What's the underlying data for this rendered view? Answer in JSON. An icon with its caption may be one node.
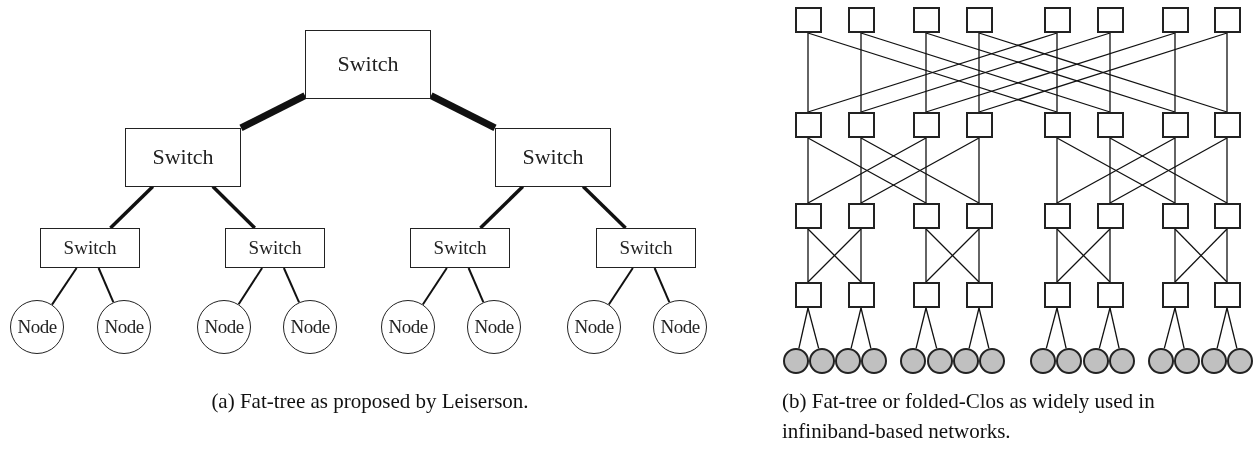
{
  "diagram": {
    "nodes": [
      {
        "text": [
          "Switch"
        ]
      },
      {
        "text": [
          "Switch"
        ]
      },
      {
        "text": [
          "Switch"
        ]
      },
      {
        "text": [
          "Switch"
        ]
      },
      {
        "text": [
          "Switch"
        ]
      },
      {
        "text": [
          "Switch"
        ]
      },
      {
        "text": [
          "Switch"
        ]
      },
      {
        "text": [
          "Node"
        ]
      },
      {
        "text": [
          "Node"
        ]
      },
      {
        "text": [
          "Node"
        ]
      },
      {
        "text": [
          "Node"
        ]
      },
      {
        "text": [
          "Node"
        ]
      },
      {
        "text": [
          "Node"
        ]
      },
      {
        "text": [
          "Node"
        ]
      },
      {
        "text": [
          "Node"
        ]
      },
      {
        "text": [],
        "shape": "box"
      },
      {
        "text": [],
        "shape": "box"
      },
      {
        "text": [],
        "shape": "box"
      },
      {
        "text": [],
        "shape": "box"
      },
      {
        "text": [],
        "shape": "box"
      },
      {
        "text": [],
        "shape": "box"
      },
      {
        "text": [],
        "shape": "box"
      },
      {
        "text": [],
        "shape": "box"
      },
      {
        "text": [],
        "shape": "box"
      },
      {
        "text": [],
        "shape": "box"
      },
      {
        "text": [],
        "shape": "box"
      },
      {
        "text": [],
        "shape": "box"
      },
      {
        "text": [],
        "shape": "box"
      },
      {
        "text": [],
        "shape": "box"
      },
      {
        "text": [],
        "shape": "box"
      },
      {
        "text": [],
        "shape": "box"
      },
      {
        "text": [],
        "shape": "box"
      },
      {
        "text": [],
        "shape": "box"
      },
      {
        "text": [],
        "shape": "box"
      },
      {
        "text": [],
        "shape": "box"
      },
      {
        "text": [],
        "shape": "box"
      },
      {
        "text": [],
        "shape": "box"
      },
      {
        "text": [],
        "shape": "box"
      },
      {
        "text": [],
        "shape": "box"
      },
      {
        "text": [],
        "shape": "box"
      },
      {
        "text": [],
        "shape": "box"
      },
      {
        "text": [],
        "shape": "box"
      },
      {
        "text": [],
        "shape": "box"
      },
      {
        "text": [],
        "shape": "box"
      },
      {
        "text": [],
        "shape": "box"
      },
      {
        "text": [],
        "shape": "box"
      },
      {
        "text": [],
        "shape": "box"
      },
      {
        "text": [],
        "shape": "circle"
      },
      {
        "text": [],
        "shape": "circle"
      },
      {
        "text": [],
        "shape": "circle"
      },
      {
        "text": [],
        "shape": "circle"
      },
      {
        "text": [],
        "shape": "circle"
      },
      {
        "text": [],
        "shape": "circle"
      },
      {
        "text": [],
        "shape": "circle"
      },
      {
        "text": [],
        "shape": "circle"
      },
      {
        "text": [],
        "shape": "circle"
      },
      {
        "text": [],
        "shape": "circle"
      },
      {
        "text": [],
        "shape": "circle"
      },
      {
        "text": [],
        "shape": "circle"
      },
      {
        "text": [],
        "shape": "circle"
      },
      {
        "text": [],
        "shape": "circle"
      },
      {
        "text": [],
        "shape": "circle"
      },
      {
        "text": [],
        "shape": "circle"
      }
    ],
    "edges": [
      {
        "from": 0,
        "to": 1,
        "arrow": "none",
        "style": "thick"
      },
      {
        "from": 0,
        "to": 2,
        "arrow": "none",
        "style": "thick"
      },
      {
        "from": 1,
        "to": 3,
        "arrow": "none",
        "style": "thick"
      },
      {
        "from": 1,
        "to": 4,
        "arrow": "none",
        "style": "thick"
      },
      {
        "from": 2,
        "to": 5,
        "arrow": "none",
        "style": "thick"
      },
      {
        "from": 2,
        "to": 6,
        "arrow": "none",
        "style": "thick"
      },
      {
        "from": 3,
        "to": 7,
        "arrow": "none"
      },
      {
        "from": 3,
        "to": 8,
        "arrow": "none"
      },
      {
        "from": 4,
        "to": 9,
        "arrow": "none"
      },
      {
        "from": 4,
        "to": 10,
        "arrow": "none"
      },
      {
        "from": 5,
        "to": 11,
        "arrow": "none"
      },
      {
        "from": 5,
        "to": 12,
        "arrow": "none"
      },
      {
        "from": 6,
        "to": 13,
        "arrow": "none"
      },
      {
        "from": 6,
        "to": 14,
        "arrow": "none"
      },
      {
        "from": 15,
        "to": 23,
        "arrow": "none"
      },
      {
        "from": 15,
        "to": 27,
        "arrow": "none"
      },
      {
        "from": 16,
        "to": 24,
        "arrow": "none"
      },
      {
        "from": 16,
        "to": 28,
        "arrow": "none"
      },
      {
        "from": 17,
        "to": 25,
        "arrow": "none"
      },
      {
        "from": 17,
        "to": 29,
        "arrow": "none"
      },
      {
        "from": 18,
        "to": 26,
        "arrow": "none"
      },
      {
        "from": 18,
        "to": 30,
        "arrow": "none"
      },
      {
        "from": 19,
        "to": 27,
        "arrow": "none"
      },
      {
        "from": 19,
        "to": 23,
        "arrow": "none"
      },
      {
        "from": 20,
        "to": 28,
        "arrow": "none"
      },
      {
        "from": 20,
        "to": 24,
        "arrow": "none"
      },
      {
        "from": 21,
        "to": 29,
        "arrow": "none"
      },
      {
        "from": 21,
        "to": 25,
        "arrow": "none"
      },
      {
        "from": 22,
        "to": 30,
        "arrow": "none"
      },
      {
        "from": 22,
        "to": 26,
        "arrow": "none"
      },
      {
        "from": 23,
        "to": 31,
        "arrow": "none"
      },
      {
        "from": 23,
        "to": 33,
        "arrow": "none"
      },
      {
        "from": 24,
        "to": 32,
        "arrow": "none"
      },
      {
        "from": 24,
        "to": 34,
        "arrow": "none"
      },
      {
        "from": 25,
        "to": 33,
        "arrow": "none"
      },
      {
        "from": 25,
        "to": 31,
        "arrow": "none"
      },
      {
        "from": 26,
        "to": 34,
        "arrow": "none"
      },
      {
        "from": 26,
        "to": 32,
        "arrow": "none"
      },
      {
        "from": 27,
        "to": 35,
        "arrow": "none"
      },
      {
        "from": 27,
        "to": 37,
        "arrow": "none"
      },
      {
        "from": 28,
        "to": 36,
        "arrow": "none"
      },
      {
        "from": 28,
        "to": 38,
        "arrow": "none"
      },
      {
        "from": 29,
        "to": 37,
        "arrow": "none"
      },
      {
        "from": 29,
        "to": 35,
        "arrow": "none"
      },
      {
        "from": 30,
        "to": 38,
        "arrow": "none"
      },
      {
        "from": 30,
        "to": 36,
        "arrow": "none"
      },
      {
        "from": 31,
        "to": 39,
        "arrow": "none"
      },
      {
        "from": 31,
        "to": 40,
        "arrow": "none"
      },
      {
        "from": 32,
        "to": 40,
        "arrow": "none"
      },
      {
        "from": 32,
        "to": 39,
        "arrow": "none"
      },
      {
        "from": 33,
        "to": 41,
        "arrow": "none"
      },
      {
        "from": 33,
        "to": 42,
        "arrow": "none"
      },
      {
        "from": 34,
        "to": 42,
        "arrow": "none"
      },
      {
        "from": 34,
        "to": 41,
        "arrow": "none"
      },
      {
        "from": 35,
        "to": 43,
        "arrow": "none"
      },
      {
        "from": 35,
        "to": 44,
        "arrow": "none"
      },
      {
        "from": 36,
        "to": 44,
        "arrow": "none"
      },
      {
        "from": 36,
        "to": 43,
        "arrow": "none"
      },
      {
        "from": 37,
        "to": 45,
        "arrow": "none"
      },
      {
        "from": 37,
        "to": 46,
        "arrow": "none"
      },
      {
        "from": 38,
        "to": 46,
        "arrow": "none"
      },
      {
        "from": 38,
        "to": 45,
        "arrow": "none"
      },
      {
        "from": 39,
        "to": 47,
        "arrow": "none"
      },
      {
        "from": 39,
        "to": 48,
        "arrow": "none"
      },
      {
        "from": 40,
        "to": 49,
        "arrow": "none"
      },
      {
        "from": 40,
        "to": 50,
        "arrow": "none"
      },
      {
        "from": 41,
        "to": 51,
        "arrow": "none"
      },
      {
        "from": 41,
        "to": 52,
        "arrow": "none"
      },
      {
        "from": 42,
        "to": 53,
        "arrow": "none"
      },
      {
        "from": 42,
        "to": 54,
        "arrow": "none"
      },
      {
        "from": 43,
        "to": 55,
        "arrow": "none"
      },
      {
        "from": 43,
        "to": 56,
        "arrow": "none"
      },
      {
        "from": 44,
        "to": 57,
        "arrow": "none"
      },
      {
        "from": 44,
        "to": 58,
        "arrow": "none"
      },
      {
        "from": 45,
        "to": 59,
        "arrow": "none"
      },
      {
        "from": 45,
        "to": 60,
        "arrow": "none"
      },
      {
        "from": 46,
        "to": 61,
        "arrow": "none"
      },
      {
        "from": 46,
        "to": 62,
        "arrow": "none"
      }
    ],
    "labels": [
      "(a) Fat-tree as proposed by Leiserson.",
      "(b) Fat-tree or folded-Clos as widely used in infiniband-based networks."
    ]
  }
}
